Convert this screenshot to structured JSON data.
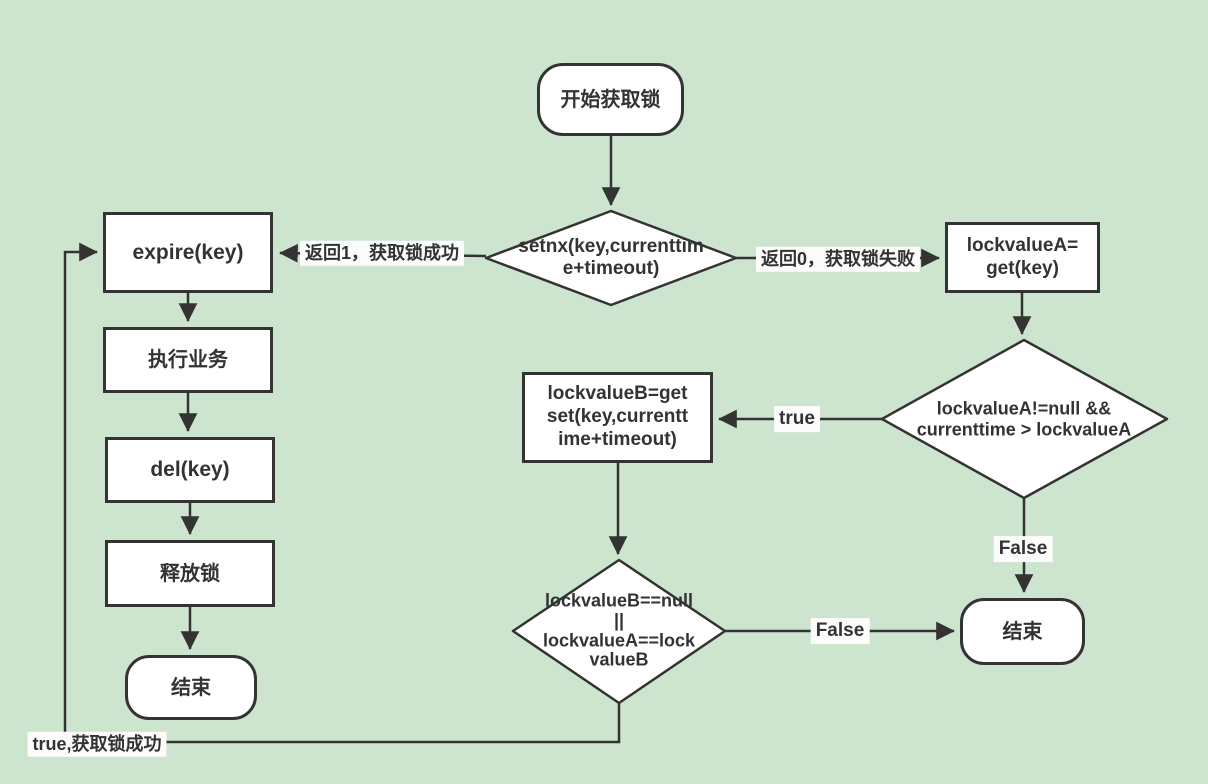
{
  "colors": {
    "background": "#cde4ce",
    "stroke": "#333333",
    "node_fill": "#ffffff",
    "text": "#333333",
    "edge_label_bg": "#fcfcfc"
  },
  "nodes": {
    "start": "开始获取锁",
    "setnx_decision": "setnx(key,currenttim\ne+timeout)",
    "expire": "expire(key)",
    "do_business": "执行业务",
    "del": "del(key)",
    "release_lock": "释放锁",
    "end_left": "结束",
    "get_key": "lockvalueA=\nget(key)",
    "check_lockvalue_a": "lockvalueA!=null &&\ncurrenttime > lockvalueA",
    "getset": "lockvalueB=get\nset(key,currentt\nime+timeout)",
    "check_lockvalue_b": "lockvalueB==null\n||\nlockvalueA==lock\nvalueB",
    "end_right": "结束"
  },
  "edge_labels": {
    "return_1_success": "返回1，获取锁成功",
    "return_0_fail": "返回0，获取锁失败",
    "true_branch": "true",
    "false_to_end_vertical": "False",
    "false_to_end_horizontal": "False",
    "true_loop_success": "true,获取锁成功"
  }
}
